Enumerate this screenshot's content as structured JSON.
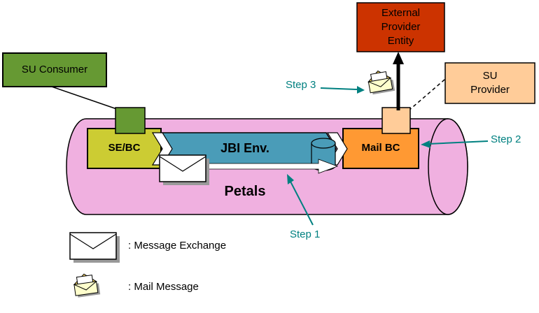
{
  "diagram": {
    "boxes": {
      "external_provider_entity": "External Provider Entity",
      "su_consumer": "SU Consumer",
      "su_provider": "SU Provider",
      "se_bc": "SE/BC",
      "jbi_env": "JBI Env.",
      "mail_bc": "Mail BC"
    },
    "container_label": "Petals",
    "steps": {
      "step1": "Step 1",
      "step2": "Step 2",
      "step3": "Step 3"
    },
    "legend": {
      "message_exchange": ": Message Exchange",
      "mail_message": ": Mail Message"
    },
    "icons": {
      "message_exchange": "envelope-icon",
      "mail_message": "open-mail-icon"
    },
    "colors": {
      "external_provider_entity": "#cc3300",
      "su_consumer": "#669933",
      "su_provider": "#ffcc99",
      "se_bc": "#cccc33",
      "jbi_env_banner": "#4a9cb8",
      "mail_bc": "#ff9933",
      "petals_cylinder": "#f0b0e0",
      "step_label": "#008080"
    }
  }
}
